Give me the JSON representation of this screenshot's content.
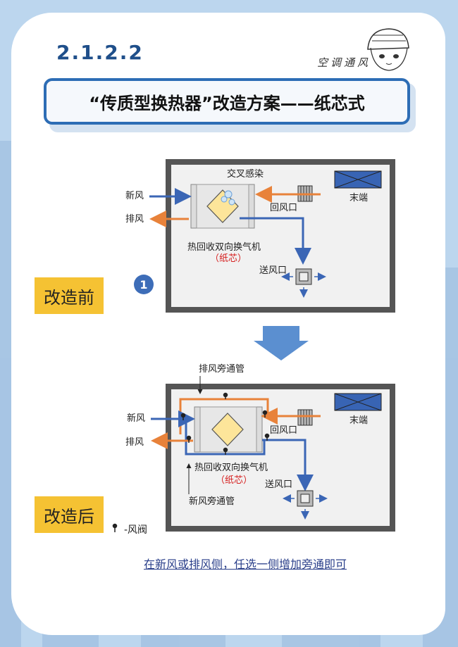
{
  "header": {
    "section_number": "2.1.2.2",
    "brand": "空调通风",
    "title": "“传质型换热器”改造方案——纸芯式"
  },
  "before": {
    "tag": "改造前",
    "step_badge": "1",
    "cross_label": "交叉感染",
    "fresh_air": "新风",
    "exhaust_air": "排风",
    "return_port": "回风口",
    "terminal": "末端",
    "unit_name": "热回收双向换气机",
    "unit_core": "（纸芯）",
    "supply_port": "送风口"
  },
  "after": {
    "tag": "改造后",
    "exhaust_bypass": "排风旁通管",
    "fresh_air": "新风",
    "exhaust_air": "排风",
    "return_port": "回风口",
    "terminal": "末端",
    "unit_name": "热回收双向换气机",
    "unit_core": "（纸芯）",
    "supply_port": "送风口",
    "fresh_bypass": "新风旁通管"
  },
  "legend": {
    "valve": "-风阀"
  },
  "footer_note": "在新风或排风侧，任选一侧增加旁通即可",
  "colors": {
    "accent_blue": "#2d6db5",
    "tag_yellow": "#f5c233",
    "fresh_air_line": "#3b66b5",
    "exhaust_air_line": "#e8823a",
    "core_yellow": "#fde59a"
  }
}
